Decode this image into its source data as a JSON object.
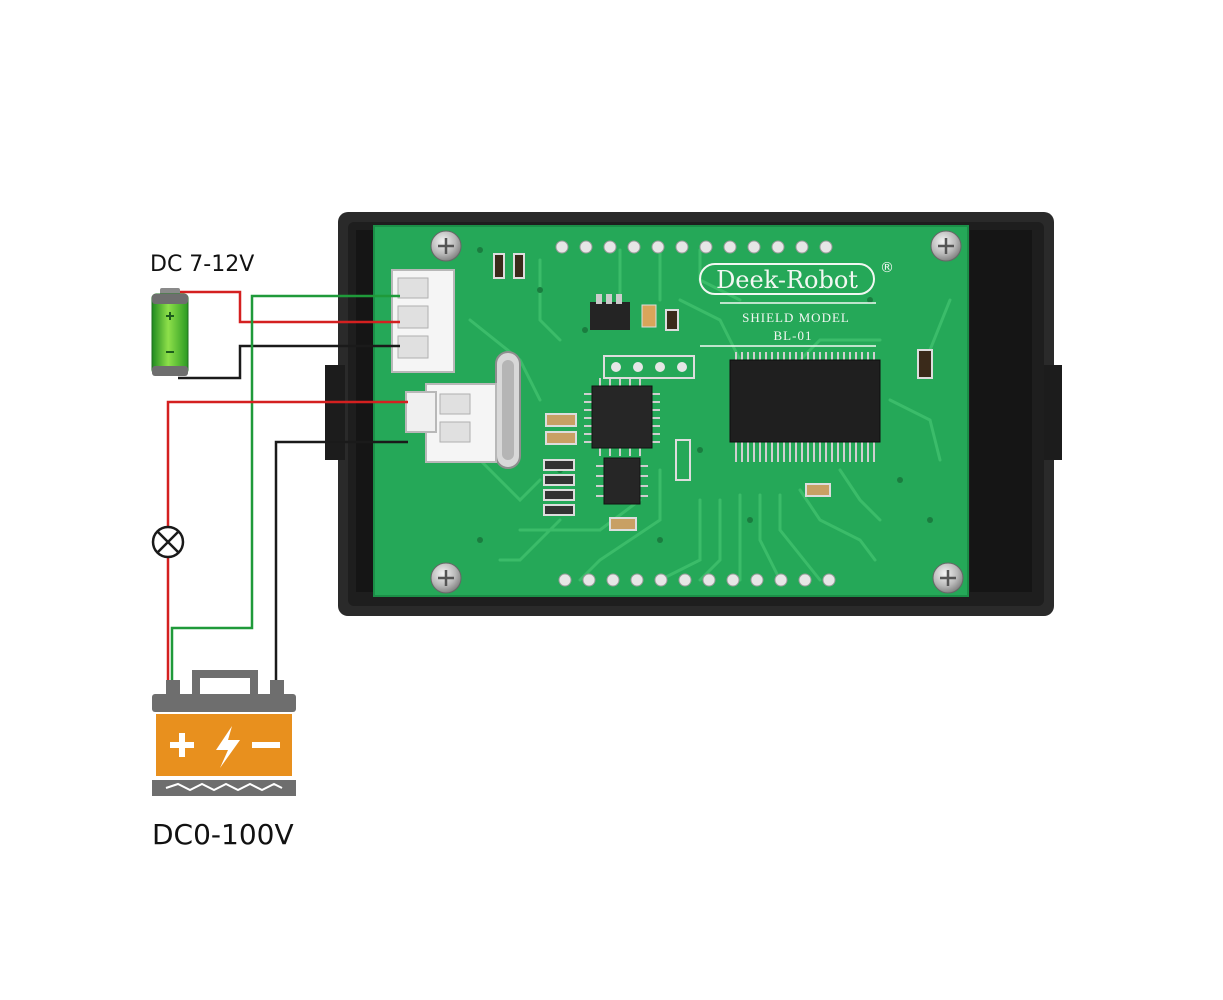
{
  "labels": {
    "supply_voltage": "DC 7-12V",
    "measured_range": "DC0-100V"
  },
  "pcb": {
    "brand": "Deek-Robot",
    "registered_mark": "®",
    "model_line": "SHIELD MODEL",
    "model_code": "BL-01"
  },
  "colors": {
    "wire_red": "#d42020",
    "wire_green": "#1f9a3a",
    "wire_black": "#1a1a1a",
    "pcb_green": "#22a656",
    "case_black": "#262626",
    "battery_orange": "#e8901e",
    "battery_gray": "#6e6e6e"
  },
  "icons": {
    "supply": "aa-battery-icon",
    "load": "lamp-icon",
    "source": "car-battery-icon"
  }
}
